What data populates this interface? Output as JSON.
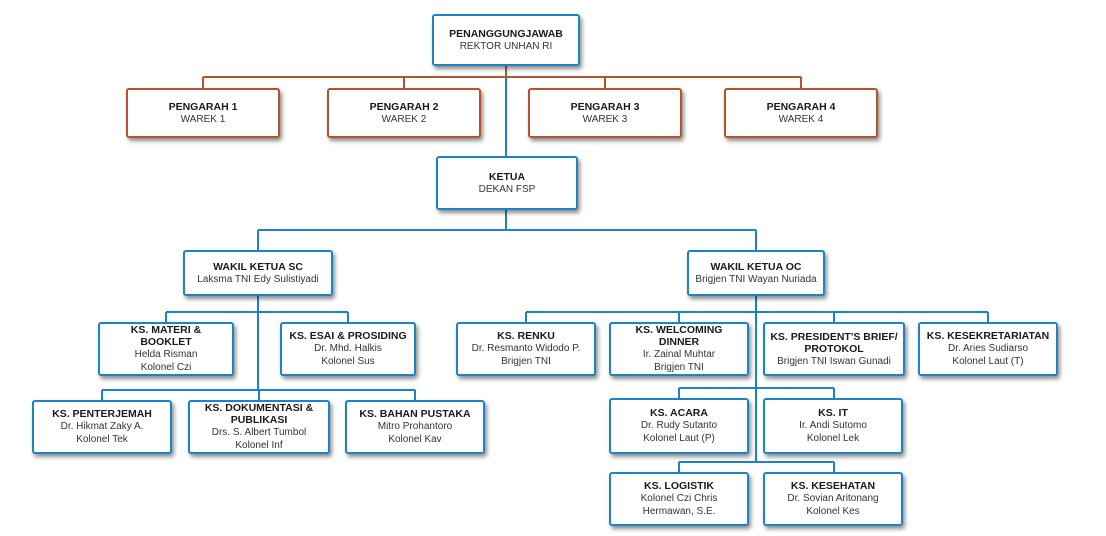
{
  "colors": {
    "primary": "#1a84c6",
    "secondary": "#b5532b"
  },
  "nodes": [
    {
      "id": "penanggungjawab",
      "title": "PENANGGUNGJAWAB",
      "lines": [
        "REKTOR UNHAN RI"
      ]
    },
    {
      "id": "pengarah-1",
      "title": "PENGARAH 1",
      "lines": [
        "WAREK 1"
      ]
    },
    {
      "id": "pengarah-2",
      "title": "PENGARAH 2",
      "lines": [
        "WAREK 2"
      ]
    },
    {
      "id": "pengarah-3",
      "title": "PENGARAH 3",
      "lines": [
        "WAREK 3"
      ]
    },
    {
      "id": "pengarah-4",
      "title": "PENGARAH 4",
      "lines": [
        "WAREK 4"
      ]
    },
    {
      "id": "ketua",
      "title": "KETUA",
      "lines": [
        "DEKAN FSP"
      ]
    },
    {
      "id": "wakil-ketua-sc",
      "title": "WAKIL KETUA SC",
      "lines": [
        "Laksma TNI Edy Sulistiyadi"
      ]
    },
    {
      "id": "wakil-ketua-oc",
      "title": "WAKIL KETUA OC",
      "lines": [
        "Brigjen TNI Wayan Nuriada"
      ]
    },
    {
      "id": "ks-materi-booklet",
      "title": "KS. MATERI & BOOKLET",
      "lines": [
        "Helda Risman",
        "Kolonel Czi"
      ]
    },
    {
      "id": "ks-esai-prosiding",
      "title": "KS. ESAI & PROSIDING",
      "lines": [
        "Dr. Mhd. Halkis",
        "Kolonel Sus"
      ]
    },
    {
      "id": "ks-penterjemah",
      "title": "KS. PENTERJEMAH",
      "lines": [
        "Dr. Hikmat Zaky A.",
        "Kolonel Tek"
      ]
    },
    {
      "id": "ks-dokumentasi-publikasi",
      "title": "KS. DOKUMENTASI & PUBLIKASI",
      "lines": [
        "Drs. S. Albert Tumbol",
        "Kolonel Inf"
      ]
    },
    {
      "id": "ks-bahan-pustaka",
      "title": "KS. BAHAN PUSTAKA",
      "lines": [
        "Mitro Prohantoro",
        "Kolonel Kav"
      ]
    },
    {
      "id": "ks-renku",
      "title": "KS. RENKU",
      "lines": [
        "Dr. Resmanto Widodo P.",
        "Brigjen TNI"
      ]
    },
    {
      "id": "ks-welcoming-dinner",
      "title": "KS. WELCOMING DINNER",
      "lines": [
        "Ir. Zainal Muhtar",
        "Brigjen TNI"
      ]
    },
    {
      "id": "ks-presidents-brief-protokol",
      "title": "KS. PRESIDENT'S BRIEF/ PROTOKOL",
      "lines": [
        "Brigjen TNI Iswan Gunadi"
      ]
    },
    {
      "id": "ks-kesekretariatan",
      "title": "KS. KESEKRETARIATAN",
      "lines": [
        "Dr. Aries Sudiarso",
        "Kolonel Laut (T)"
      ]
    },
    {
      "id": "ks-acara",
      "title": "KS. ACARA",
      "lines": [
        "Dr. Rudy Sutanto",
        "Kolonel Laut (P)"
      ]
    },
    {
      "id": "ks-it",
      "title": "KS. IT",
      "lines": [
        "Ir. Andi Sutomo",
        "Kolonel Lek"
      ]
    },
    {
      "id": "ks-logistik",
      "title": "KS. LOGISTIK",
      "lines": [
        "Kolonel Czi Chris",
        "Hermawan, S.E."
      ]
    },
    {
      "id": "ks-kesehatan",
      "title": "KS. KESEHATAN",
      "lines": [
        "Dr. Sovian Aritonang",
        "Kolonel Kes"
      ]
    }
  ]
}
